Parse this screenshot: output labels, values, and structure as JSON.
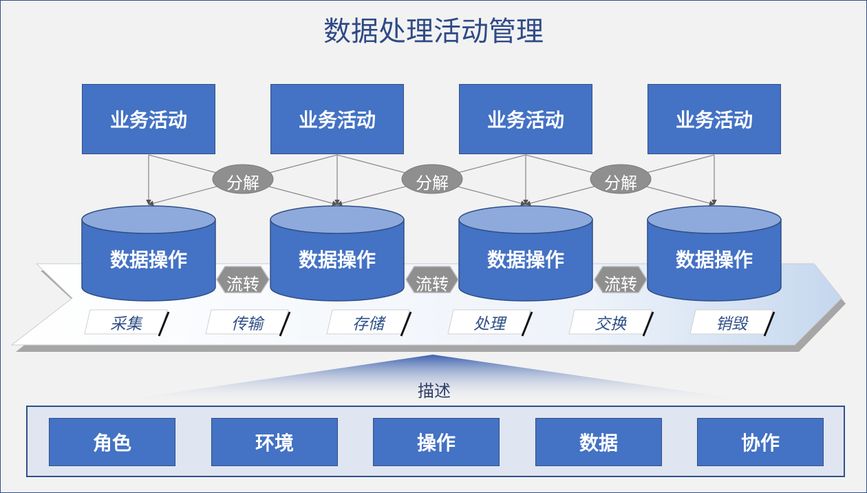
{
  "title": "数据处理活动管理",
  "business_activities": [
    "业务活动",
    "业务活动",
    "业务活动",
    "业务活动"
  ],
  "decompose": [
    "分解",
    "分解",
    "分解"
  ],
  "data_operations": [
    "数据操作",
    "数据操作",
    "数据操作",
    "数据操作"
  ],
  "flow": [
    "流转",
    "流转",
    "流转"
  ],
  "stages": [
    "采集",
    "传输",
    "存储",
    "处理",
    "交换",
    "销毁"
  ],
  "description_label": "描述",
  "elements": [
    "角色",
    "环境",
    "操作",
    "数据",
    "协作"
  ],
  "colors": {
    "box_fill": "#4472c4",
    "box_border": "#2f4f86",
    "connector_gray": "#9a9a9a",
    "panel_fill": "#dfe5f1",
    "background": "#f2f2f2"
  }
}
